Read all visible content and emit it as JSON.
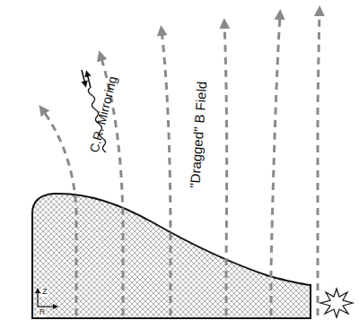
{
  "diagram": {
    "labels": [
      "C.R. Mirroring",
      "\"Dragged\" B Field",
      "Z",
      "R"
    ]
  }
}
